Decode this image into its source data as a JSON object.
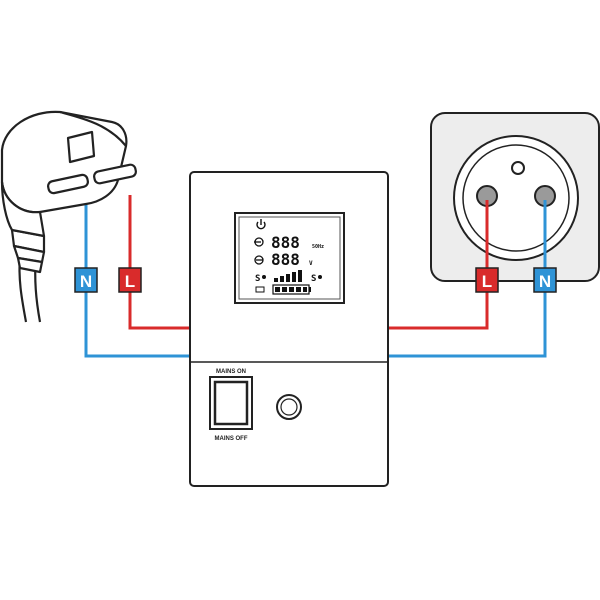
{
  "diagram": {
    "colors": {
      "live": "#d92b2b",
      "live_dashed": "#f4a3a3",
      "neutral": "#2e93d6",
      "neutral_dashed": "#a9d4ef",
      "outline": "#222222",
      "socket_plate": "#ededed",
      "pin": "#9a9a9a"
    },
    "labels": {
      "plug_neutral": "N",
      "plug_live": "L",
      "socket_live": "L",
      "socket_neutral": "N"
    },
    "device": {
      "lcd": {
        "row1_digits": "888",
        "row1_unit": "50Hz",
        "row2_digits": "888",
        "row2_unit": "V",
        "signal_left_icon": "plug-icon",
        "signal_right_icon": "plug-icon",
        "power_icon": "power-icon",
        "input_icon": "input-arrow-icon",
        "output_icon": "output-arrow-icon",
        "battery_icon": "battery-icon"
      },
      "switch_label_top": "MAINS ON",
      "switch_label_bottom": "MAINS OFF",
      "button_icon": "round-button-icon"
    }
  }
}
